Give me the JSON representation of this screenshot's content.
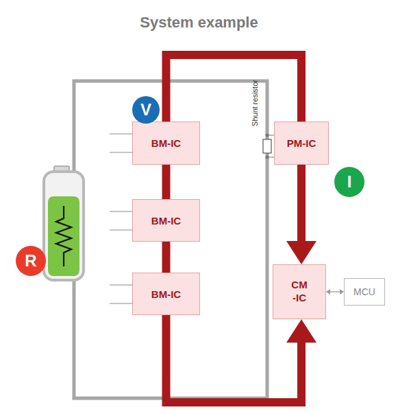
{
  "diagram": {
    "title": "System example",
    "nodes": [
      {
        "text": [
          "BM-IC"
        ]
      },
      {
        "text": [
          "PM-IC"
        ]
      },
      {
        "text": [
          "BM-IC"
        ]
      },
      {
        "text": [
          "BM-IC"
        ]
      },
      {
        "text": [
          "CM -IC"
        ]
      },
      {
        "text": [
          "MCU"
        ]
      },
      {
        "text": [
          "V"
        ]
      },
      {
        "text": [
          "I"
        ]
      },
      {
        "text": [
          "R"
        ]
      }
    ],
    "edges": [
      {
        "from": 0,
        "to": 2,
        "arrow": "none"
      },
      {
        "from": 2,
        "to": 3,
        "arrow": "none"
      },
      {
        "from": 0,
        "to": 1,
        "arrow": "none"
      },
      {
        "from": 1,
        "to": 4,
        "arrow": "to"
      },
      {
        "from": 3,
        "to": 4,
        "arrow": "to"
      },
      {
        "from": 5,
        "to": 4,
        "arrow": "both"
      }
    ],
    "labels": [
      "Shunt resistor"
    ]
  }
}
